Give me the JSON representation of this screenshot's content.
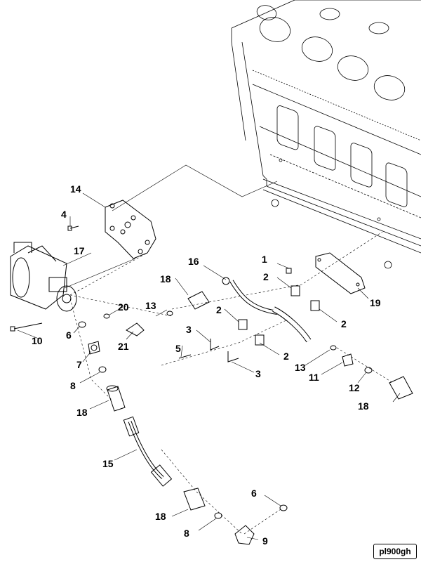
{
  "figure_id": "pl900gh",
  "callouts": [
    {
      "key": "c1",
      "text": "1"
    },
    {
      "key": "c2a",
      "text": "2"
    },
    {
      "key": "c2b",
      "text": "2"
    },
    {
      "key": "c2c",
      "text": "2"
    },
    {
      "key": "c2d",
      "text": "2"
    },
    {
      "key": "c3a",
      "text": "3"
    },
    {
      "key": "c3b",
      "text": "3"
    },
    {
      "key": "c4",
      "text": "4"
    },
    {
      "key": "c5",
      "text": "5"
    },
    {
      "key": "c6a",
      "text": "6"
    },
    {
      "key": "c6b",
      "text": "6"
    },
    {
      "key": "c7",
      "text": "7"
    },
    {
      "key": "c8a",
      "text": "8"
    },
    {
      "key": "c8b",
      "text": "8"
    },
    {
      "key": "c9",
      "text": "9"
    },
    {
      "key": "c10",
      "text": "10"
    },
    {
      "key": "c11",
      "text": "11"
    },
    {
      "key": "c12",
      "text": "12"
    },
    {
      "key": "c13a",
      "text": "13"
    },
    {
      "key": "c13b",
      "text": "13"
    },
    {
      "key": "c14",
      "text": "14"
    },
    {
      "key": "c15",
      "text": "15"
    },
    {
      "key": "c16",
      "text": "16"
    },
    {
      "key": "c17",
      "text": "17"
    },
    {
      "key": "c18a",
      "text": "18"
    },
    {
      "key": "c18b",
      "text": "18"
    },
    {
      "key": "c18c",
      "text": "18"
    },
    {
      "key": "c18d",
      "text": "18"
    },
    {
      "key": "c19",
      "text": "19"
    },
    {
      "key": "c20",
      "text": "20"
    },
    {
      "key": "c21",
      "text": "21"
    }
  ]
}
